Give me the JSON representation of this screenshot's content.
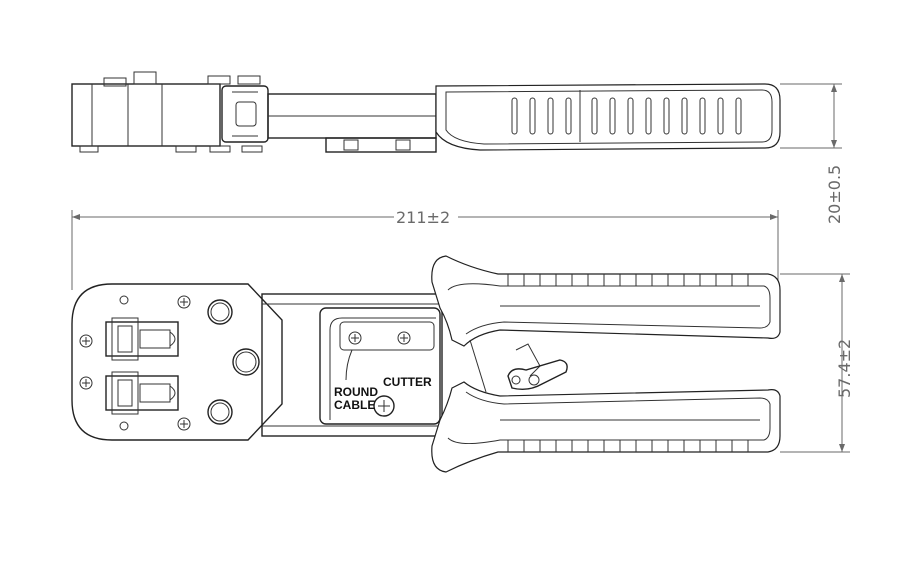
{
  "dimensions": {
    "overall_length": "211±2",
    "thickness": "20±0.5",
    "handle_span": "57.4±2"
  },
  "labels": {
    "cutter": "CUTTER",
    "round_cable_1": "ROUND",
    "round_cable_2": "CABLE"
  }
}
